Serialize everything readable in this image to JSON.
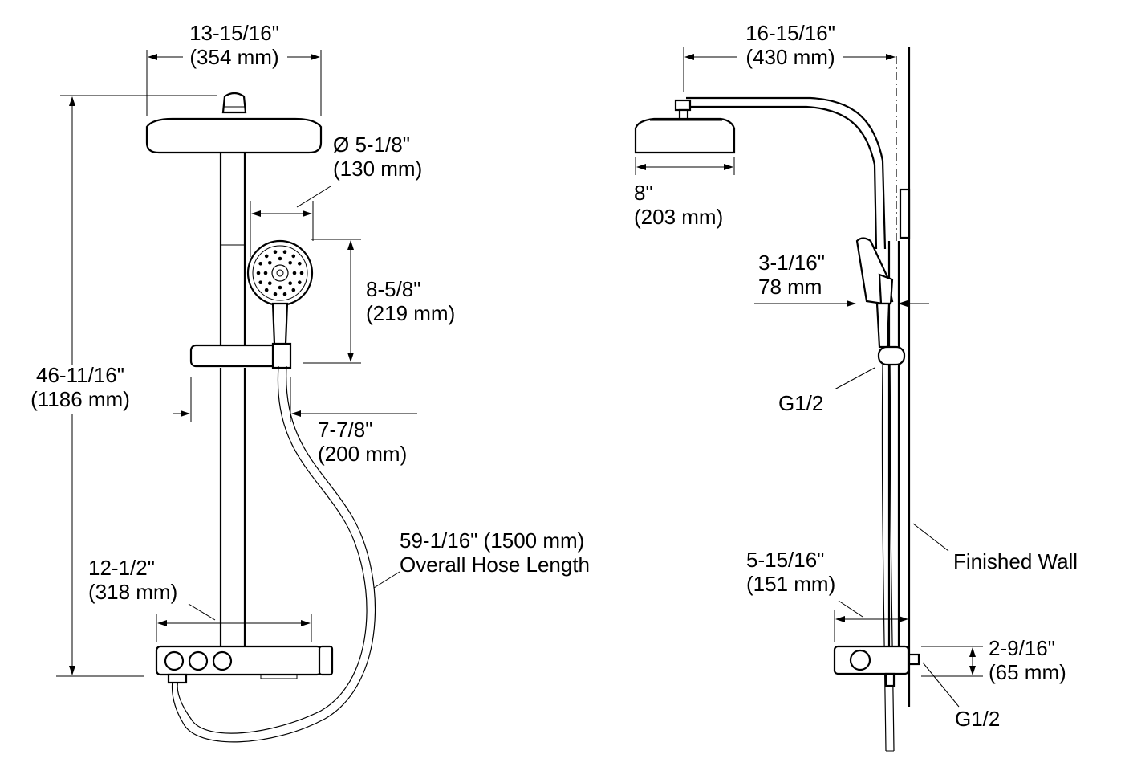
{
  "front_view": {
    "head_width": {
      "imperial": "13-15/16\"",
      "metric": "(354 mm)"
    },
    "total_height": {
      "imperial": "46-11/16\"",
      "metric": "(1186 mm)"
    },
    "hand_shower_diameter": {
      "imperial": "Ø 5-1/8\"",
      "metric": "(130 mm)"
    },
    "hand_shower_height": {
      "imperial": "8-5/8\"",
      "metric": "(219 mm)"
    },
    "holder_offset": {
      "imperial": "7-7/8\"",
      "metric": "(200 mm)"
    },
    "hose_length": {
      "line1": "59-1/16\" (1500 mm)",
      "line2": "Overall Hose Length"
    },
    "inlet_spacing": {
      "imperial": "12-1/2\"",
      "metric": "(318 mm)"
    }
  },
  "side_view": {
    "arm_projection": {
      "imperial": "16-15/16\"",
      "metric": "(430 mm)"
    },
    "head_diameter": {
      "imperial": "8\"",
      "metric": "(203 mm)"
    },
    "hand_shower_depth": {
      "imperial": "3-1/16\"",
      "metric": "78 mm"
    },
    "hose_connection": "G1/2",
    "valve_projection": {
      "imperial": "5-15/16\"",
      "metric": "(151 mm)"
    },
    "valve_height": {
      "imperial": "2-9/16\"",
      "metric": "(65 mm)"
    },
    "inlet_connection": "G1/2",
    "wall_label": "Finished Wall"
  }
}
